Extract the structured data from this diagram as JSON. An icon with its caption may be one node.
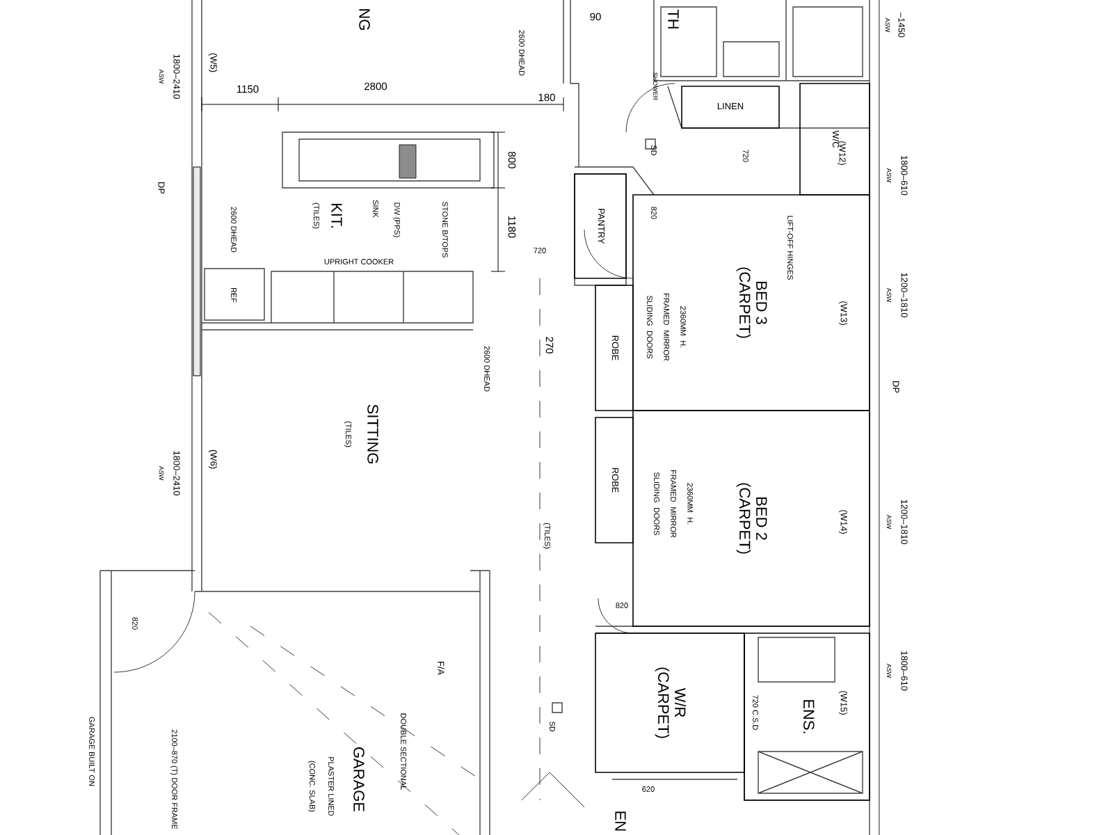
{
  "diagram": {
    "nodes": [
      {
        "text": [
          "LINEN"
        ]
      },
      {
        "text": [
          "W/C"
        ]
      },
      {
        "text": [
          "PANTRY"
        ]
      },
      {
        "text": [
          "BED 3",
          "(CARPET)"
        ]
      },
      {
        "text": [
          "ROBE"
        ]
      },
      {
        "text": [
          "ROBE"
        ]
      },
      {
        "text": [
          "BED 2",
          "(CARPET)"
        ]
      },
      {
        "text": [
          "W/R",
          "(CARPET)"
        ]
      },
      {
        "text": [
          "ENS."
        ]
      }
    ],
    "labels": [
      "NG",
      "1800–2410",
      "ASW",
      "(W5)",
      "1150",
      "2800",
      "DP",
      "2600 DHEAD",
      "REF",
      "KIT.",
      "(TILES)",
      "SINK",
      "DW (PPS)",
      "STONE B/TOPS",
      "UPRIGHT COOKER",
      "800",
      "1180",
      "2600 DHEAD",
      "180",
      "90",
      "720",
      "270",
      "2600 DHEAD",
      "TH",
      "SHOWER",
      "SD",
      "820",
      "720",
      "(W12)",
      "LIFT-OFF HINGES",
      "2360MM H. FRAMED MIRROR SLIDING DOORS",
      "(W13)",
      "–1450",
      "ASW",
      "1800–610",
      "ASW",
      "1200–1810",
      "ASW",
      "DP",
      "SITTING",
      "(TILES)",
      "(W6)",
      "1800–2410",
      "ASW",
      "(TILES)",
      "2360MM H. FRAMED MIRROR SLIDING DOORS",
      "(W14)",
      "1200–1810",
      "ASW",
      "820",
      "720 C.S.D",
      "(W15)",
      "1800–610",
      "ASW",
      "SD",
      "620",
      "F/A",
      "DOUBLE SECTIONAL",
      "GARAGE",
      "PLASTER LINED",
      "(CONC. SLAB)",
      "820",
      "2100–870 (T) DOOR FRAME",
      "GARAGE BUILT ON",
      "EN"
    ]
  }
}
